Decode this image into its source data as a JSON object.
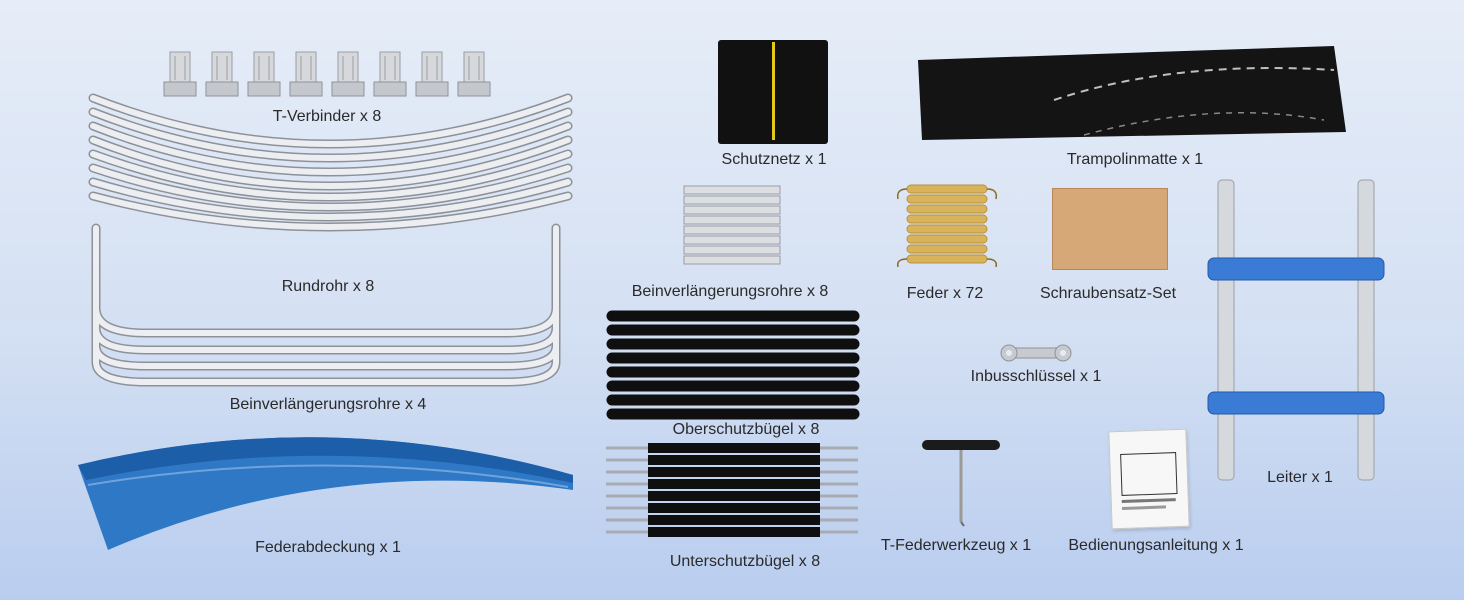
{
  "labels": {
    "t_verbinder": "T-Verbinder x 8",
    "rundrohr": "Rundrohr x 8",
    "beinverlaengerung_4": "Beinverlängerungsrohre x 4",
    "federabdeckung": "Federabdeckung x 1",
    "schutznetz": "Schutznetz x 1",
    "trampolinmatte": "Trampolinmatte x 1",
    "beinverlaengerung_8": "Beinverlängerungsrohre x 8",
    "feder": "Feder x 72",
    "schraubensatz": "Schraubensatz-Set",
    "oberschutzbuegel": "Oberschutzbügel x 8",
    "inbusschluessel": "Inbusschlüssel x 1",
    "leiter": "Leiter x 1",
    "unterschutzbuegel": "Unterschutzbügel x 8",
    "t_federwerkzeug": "T-Federwerkzeug x 1",
    "bedienungsanleitung": "Bedienungsanleitung x 1"
  },
  "colors": {
    "steel": "#c9ccd1",
    "foam": "#1e1e1e",
    "pad_blue": "#2f78c6",
    "ladder_blue": "#3a7bd5",
    "spring_gold": "#c9a24a",
    "bag_tan": "#d6a878"
  }
}
